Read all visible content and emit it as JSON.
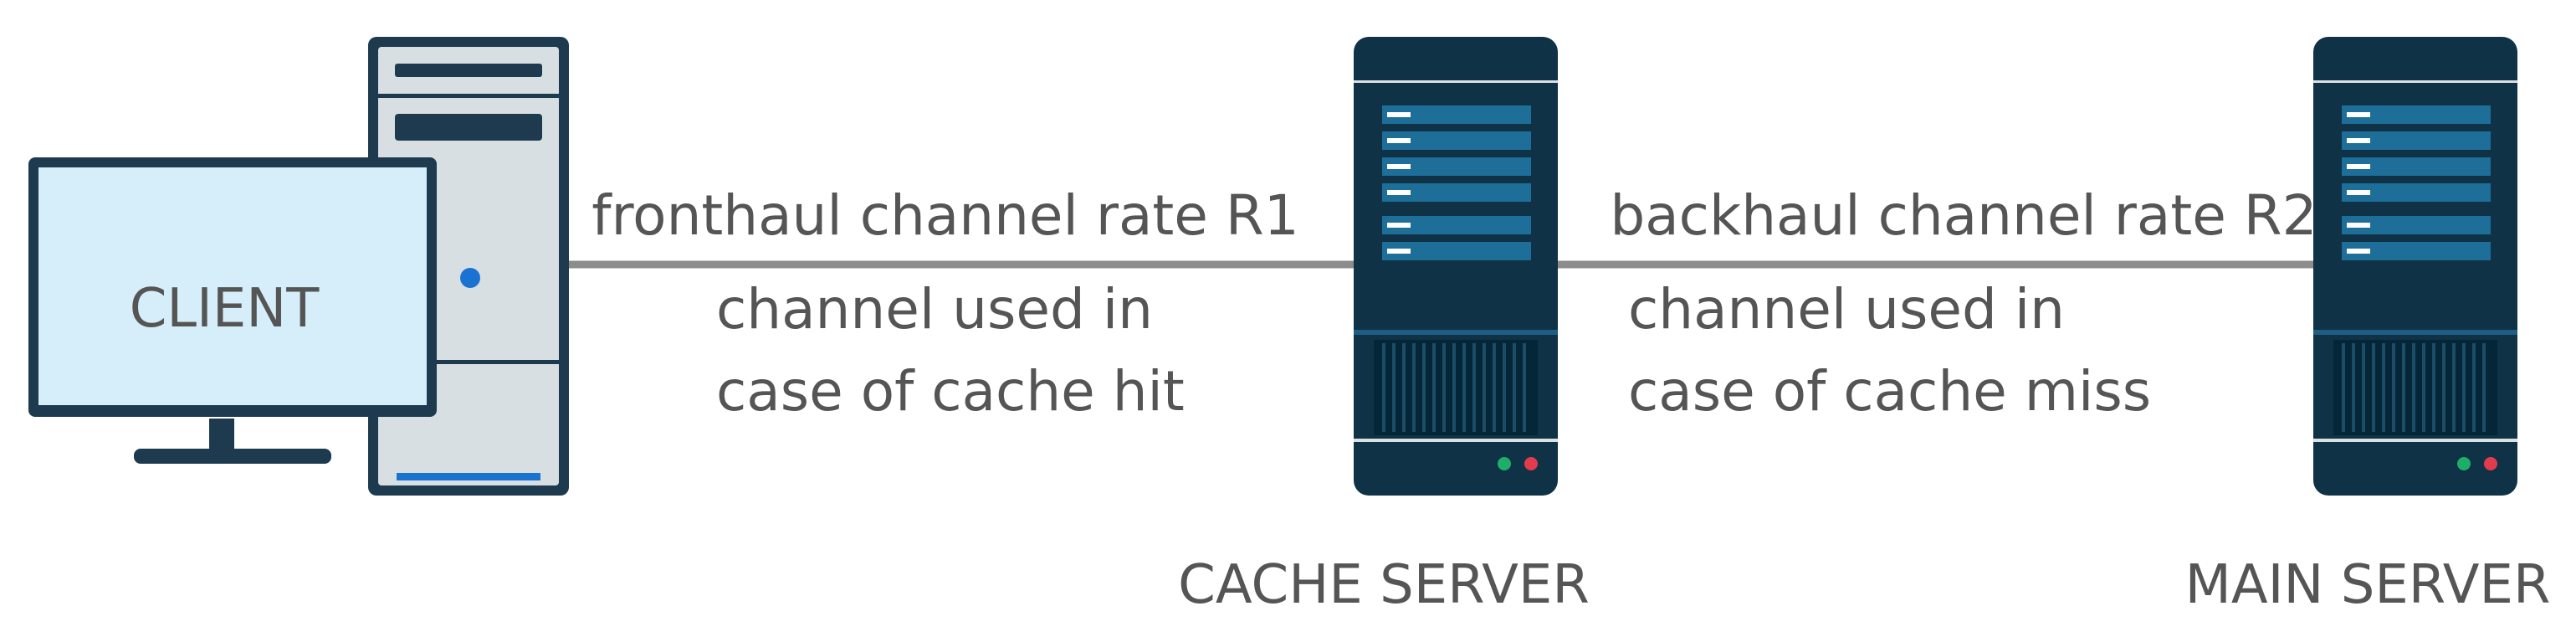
{
  "client": {
    "label": "CLIENT",
    "monitor_screen_color": "#d6eef9",
    "frame_color": "#1d3a4e",
    "tower_body_color": "#d8dfe3",
    "power_led_color": "#1a73d1"
  },
  "cache_server": {
    "label": "CACHE SERVER",
    "chassis_color": "#0f3246",
    "slot_color": "#1d6f9a",
    "led_colors": [
      "#1fae6a",
      "#e23b4e"
    ]
  },
  "main_server": {
    "label": "MAIN SERVER",
    "chassis_color": "#0f3246",
    "slot_color": "#1d6f9a",
    "led_colors": [
      "#1fae6a",
      "#e23b4e"
    ]
  },
  "links": {
    "line_color": "#8c8c8c",
    "fronthaul": {
      "rate_label": "fronthaul channel rate R1",
      "usage_line1": "channel used in",
      "usage_line2": "case of cache hit"
    },
    "backhaul": {
      "rate_label": "backhaul channel rate R2",
      "usage_line1": "channel used in",
      "usage_line2": "case of cache miss"
    }
  }
}
